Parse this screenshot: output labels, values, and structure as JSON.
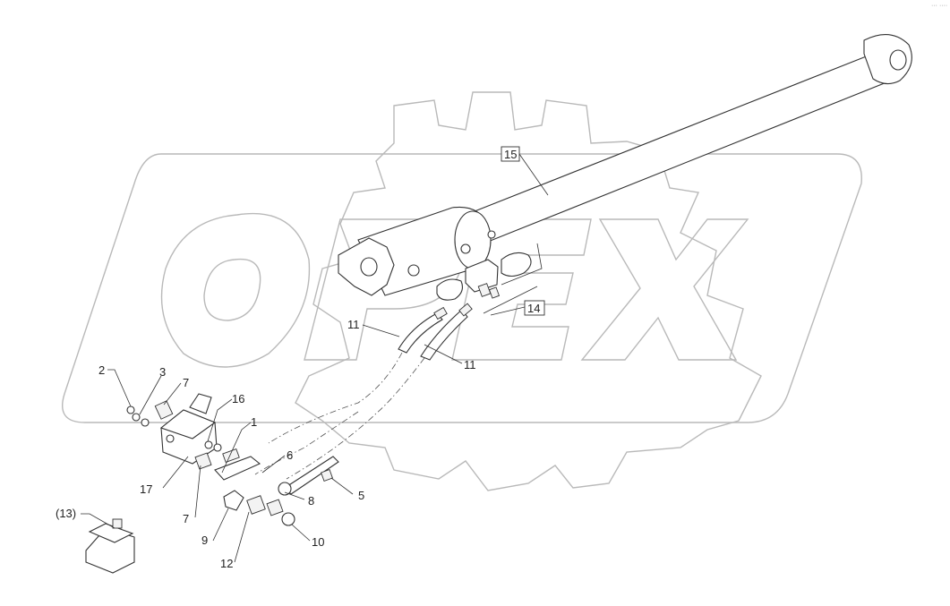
{
  "diagram": {
    "corner_text": "··· ····",
    "watermark": {
      "brand_text": "OPEX"
    },
    "callouts": [
      {
        "id": "c15",
        "text": "15",
        "boxed": true
      },
      {
        "id": "c14",
        "text": "14",
        "boxed": true
      },
      {
        "id": "c11a",
        "text": "11",
        "boxed": false
      },
      {
        "id": "c11b",
        "text": "11",
        "boxed": false
      },
      {
        "id": "c2",
        "text": "2",
        "boxed": false
      },
      {
        "id": "c3",
        "text": "3",
        "boxed": false
      },
      {
        "id": "c7a",
        "text": "7",
        "boxed": false
      },
      {
        "id": "c16",
        "text": "16",
        "boxed": false
      },
      {
        "id": "c1",
        "text": "1",
        "boxed": false
      },
      {
        "id": "c6",
        "text": "6",
        "boxed": false
      },
      {
        "id": "c17",
        "text": "17",
        "boxed": false
      },
      {
        "id": "c5",
        "text": "5",
        "boxed": false
      },
      {
        "id": "c8",
        "text": "8",
        "boxed": false
      },
      {
        "id": "c7b",
        "text": "7",
        "boxed": false
      },
      {
        "id": "c13",
        "text": "(13)",
        "boxed": false
      },
      {
        "id": "c9",
        "text": "9",
        "boxed": false
      },
      {
        "id": "c10",
        "text": "10",
        "boxed": false
      },
      {
        "id": "c12",
        "text": "12",
        "boxed": false
      }
    ]
  }
}
